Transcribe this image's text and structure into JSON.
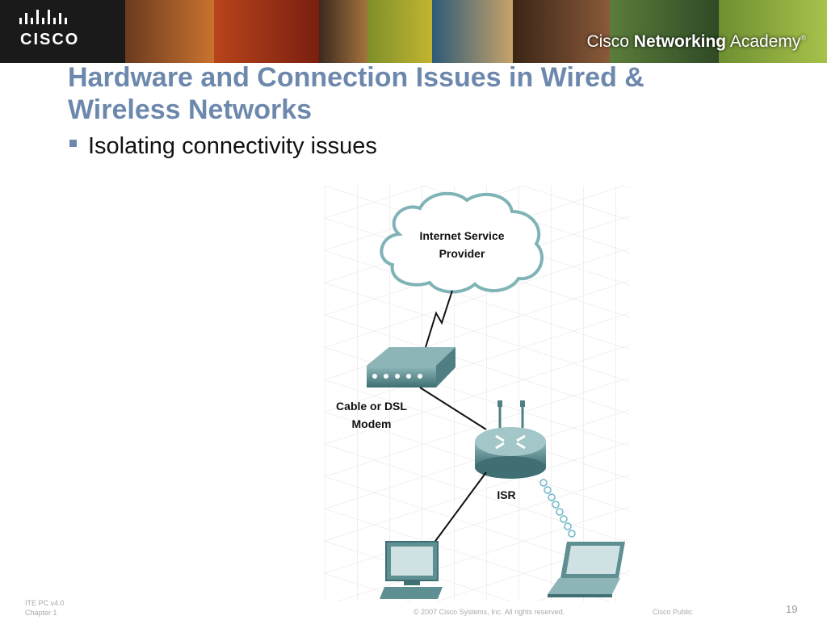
{
  "banner": {
    "logo_text": "CISCO",
    "academy_prefix": "Cisco ",
    "academy_bold": "Networking",
    "academy_suffix": " Academy",
    "academy_mark": "®"
  },
  "slide": {
    "title_line1": "Hardware and Connection Issues in Wired &",
    "title_line2": "Wireless Networks",
    "bullet": "Isolating connectivity issues"
  },
  "diagram": {
    "cloud_label_line1": "Internet Service",
    "cloud_label_line2": "Provider",
    "modem_label_line1": "Cable or DSL",
    "modem_label_line2": "Modem",
    "router_label": "ISR"
  },
  "footer": {
    "version": "ITE PC v4.0",
    "chapter": "Chapter 1",
    "copyright": "© 2007 Cisco Systems, Inc. All rights reserved.",
    "classification": "Cisco Public",
    "page_number": "19"
  },
  "colors": {
    "title": "#6d88ad",
    "bullet": "#6d88ad",
    "device_teal": "#5e8f93",
    "cloud_stroke": "#7fb3b6"
  }
}
